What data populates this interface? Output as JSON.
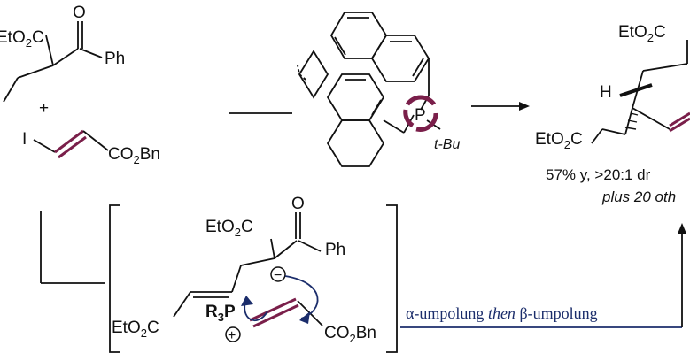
{
  "reagents": {
    "top_ester": "EtO",
    "top_ester_sub": "2",
    "top_ester_c": "C",
    "ketone_o": "O",
    "ph": "Ph",
    "plus": "+",
    "iodide": "I",
    "bn_ester": "CO",
    "bn_ester_sub": "2",
    "bn_ester_tail": "Bn"
  },
  "catalyst": {
    "p_atom": "P",
    "tbu": "t-Bu"
  },
  "product": {
    "ester_top": "EtO",
    "ester_top_sub": "2",
    "ester_top_c": "C",
    "h_label": "H",
    "ester_bottom": "EtO",
    "ester_bottom_sub": "2",
    "ester_bottom_c": "C",
    "yield_text": "57% y, >20:1 dr",
    "plus_text": "plus 20 oth"
  },
  "intermediate": {
    "ester_top": "EtO",
    "ester_top_sub": "2",
    "ester_top_c": "C",
    "ketone_o": "O",
    "ph": "Ph",
    "anion": "−",
    "ester_left": "EtO",
    "ester_left_sub": "2",
    "ester_left_c": "C",
    "r3p": "R",
    "r3p_sub": "3",
    "r3p_p": "P",
    "cation": "+",
    "bn_ester": "CO",
    "bn_ester_sub": "2",
    "bn_ester_tail": "Bn"
  },
  "umpolung_label": {
    "alpha": "α-umpolung ",
    "then": "then",
    "beta": " β-umpolung"
  },
  "colors": {
    "accent": "#7a1f4a",
    "arrow_navy": "#1b2d6b"
  }
}
